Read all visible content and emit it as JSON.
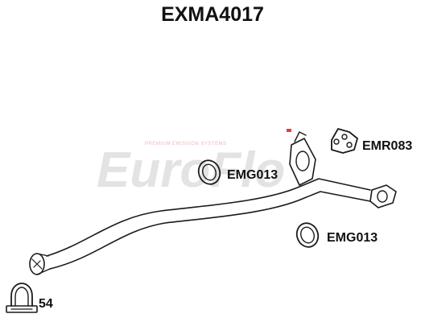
{
  "title": "EXMA4017",
  "logo": {
    "brand": "EuroFlo",
    "tagline": "PREMIUM EMISSION SYSTEMS",
    "color": "#e3e3e3",
    "accent": "#e04040"
  },
  "parts": {
    "hanger": "EMR083",
    "gasket_upper": "EMG013",
    "gasket_lower": "EMG013",
    "clamp": "54"
  }
}
